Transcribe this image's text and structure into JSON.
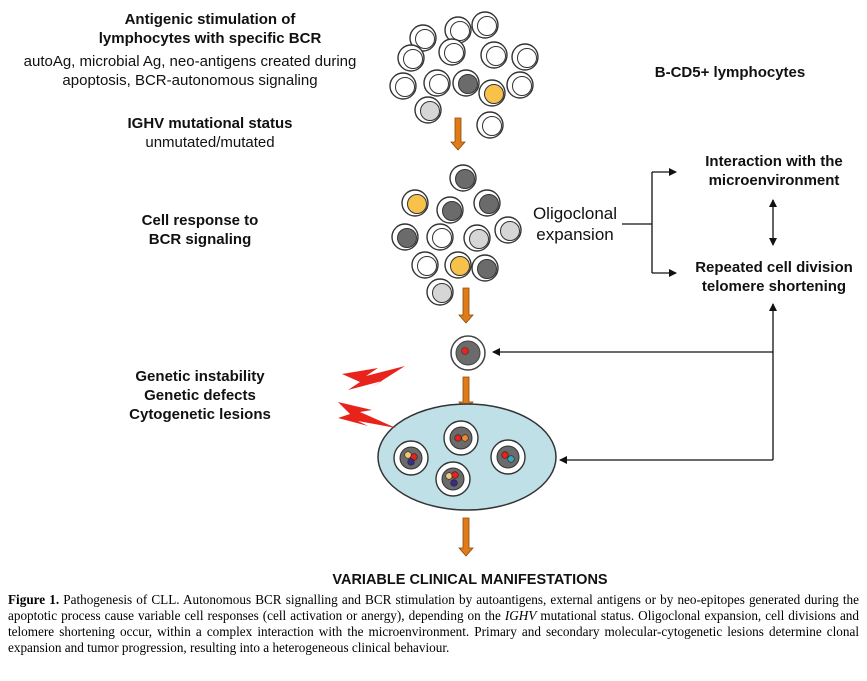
{
  "labels": {
    "stim_title_1": "Antigenic stimulation of",
    "stim_title_2": "lymphocytes with specific BCR",
    "stim_sub_1": "autoAg, microbial Ag, neo-antigens created during",
    "stim_sub_2": "apoptosis, BCR-autonomous signaling",
    "ighv_title": "IGHV mutational status",
    "ighv_sub": "unmutated/mutated",
    "bcd5": "B-CD5+ lymphocytes",
    "cell_response_1": "Cell response to",
    "cell_response_2": "BCR signaling",
    "oligo_1": "Oligoclonal",
    "oligo_2": "expansion",
    "interaction_1": "Interaction with the",
    "interaction_2": "microenvironment",
    "division_1": "Repeated cell division",
    "division_2": "telomere shortening",
    "genetic_1": "Genetic instability",
    "genetic_2": "Genetic defects",
    "genetic_3": "Cytogenetic lesions",
    "variable": "VARIABLE CLINICAL MANIFESTATIONS"
  },
  "caption": {
    "label": "Figure 1.",
    "text_1": " Pathogenesis of CLL. Autonomous BCR signalling and BCR stimulation by autoantigens, external antigens or by neo-epitopes generated during the apoptotic process cause variable cell responses (cell activation or anergy), depending on the ",
    "italic": "IGHV",
    "text_2": " mutational status. Oligoclonal expansion, cell divisions and telomere shortening occur, within a complex interaction with the microenvironment. Primary and secondary molecular-cytogenetic lesions determine clonal expansion and tumor progression, resulting into a heterogeneous clinical behaviour."
  },
  "colors": {
    "arrow_orange": "#e07b18",
    "cell_dark": "#6b6b6b",
    "cell_light": "#d6d6d6",
    "cell_yellow": "#f8c24a",
    "ellipse_fill": "#bfe0e6",
    "lightning": "#e8231c"
  }
}
